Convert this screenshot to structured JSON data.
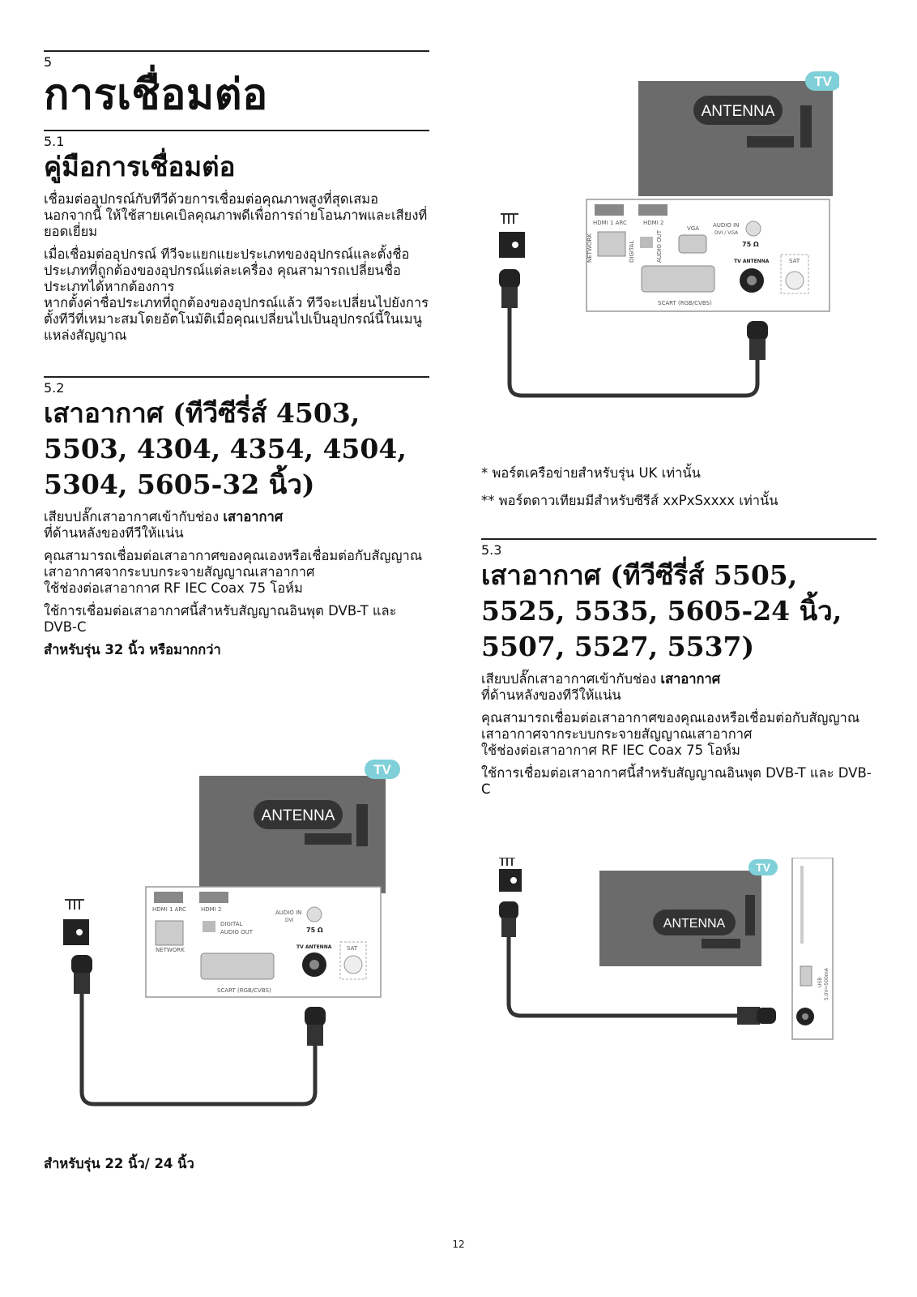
{
  "chapter": {
    "number": "5",
    "title": "การเชื่อมต่อ"
  },
  "s51": {
    "number": "5.1",
    "title": "คู่มือการเชื่อมต่อ",
    "p1": "เชื่อมต่ออุปกรณ์กับทีวีด้วยการเชื่อมต่อคุณภาพสูงที่สุดเสมอ นอกจากนี้ ให้ใช้สายเคเบิลคุณภาพดีเพื่อการถ่ายโอนภาพและเสียงที่ยอดเยี่ยม",
    "p2a": "เมื่อเชื่อมต่ออุปกรณ์ ทีวีจะแยกแยะประเภทของอุปกรณ์และตั้งชื่อประเภทที่ถูกต้องของอุปกรณ์แต่ละเครื่อง คุณสามารถเปลี่ยนชื่อประเภทได้หากต้องการ",
    "p2b": "หากตั้งค่าชื่อประเภทที่ถูกต้องของอุปกรณ์แล้ว ทีวีจะเปลี่ยนไปยังการตั้งทีวีที่เหมาะสมโดยอัตโนมัติเมื่อคุณเปลี่ยนไปเป็นอุปกรณ์นี้ในเมนูแหล่งสัญญาณ"
  },
  "s52": {
    "number": "5.2",
    "title": "เสาอากาศ (ทีวีซีรี่ส์ 4503, 5503, 4304, 4354, 4504, 5304, 5605-32 นิ้ว)",
    "p1_pre": "เสียบปลั๊กเสาอากาศเข้ากับช่อง ",
    "p1_bold": "เสาอากาศ",
    "p1_post": "ที่ด้านหลังของทีวีให้แน่น",
    "p2a": "คุณสามารถเชื่อมต่อเสาอากาศของคุณเองหรือเชื่อมต่อกับสัญญาณเสาอากาศจากระบบกระจายสัญญาณเสาอากาศ",
    "p2b": "ใช้ช่องต่อเสาอากาศ RF IEC Coax 75 โอห์ม",
    "p3": "ใช้การเชื่อมต่อเสาอากาศนี้สำหรับสัญญาณอินพุต DVB-T และ DVB-C",
    "sub1": "สำหรับรุ่น 32 นิ้ว หรือมากกว่า",
    "sub2": "สำหรับรุ่น 22 นิ้ว/ 24 นิ้ว"
  },
  "notes": {
    "n1": "* พอร์ตเครือข่ายสำหรับรุ่น UK เท่านั้น",
    "n2": "** พอร์ตดาวเทียมมีสำหรับซีรีส์ xxPxSxxxx เท่านั้น"
  },
  "s53": {
    "number": "5.3",
    "title": "เสาอากาศ (ทีวีซีรี่ส์ 5505, 5525, 5535, 5605-24 นิ้ว, 5507, 5527, 5537)",
    "p1_pre": "เสียบปลั๊กเสาอากาศเข้ากับช่อง ",
    "p1_bold": "เสาอากาศ",
    "p1_post": "ที่ด้านหลังของทีวีให้แน่น",
    "p2a": "คุณสามารถเชื่อมต่อเสาอากาศของคุณเองหรือเชื่อมต่อกับสัญญาณเสาอากาศจากระบบกระจายสัญญาณเสาอากาศ",
    "p2b": "ใช้ช่องต่อเสาอากาศ RF IEC Coax 75 โอห์ม",
    "p3": "ใช้การเชื่อมต่อเสาอากาศนี้สำหรับสัญญาณอินพุต DVB-T และ DVB-C"
  },
  "diagram": {
    "tv_badge": "TV",
    "antenna_label": "ANTENNA",
    "hdmi1": "HDMI 1 ARC",
    "hdmi2": "HDMI 2",
    "network": "NETWORK",
    "digital": "DIGITAL",
    "audio_out": "AUDIO OUT",
    "audio_in": "AUDIO IN",
    "dvi": "DVI",
    "dvi_vga": "DVI / VGA",
    "vga": "VGA",
    "ohm": "75 Ω",
    "tv_antenna": "TV ANTENNA",
    "sat": "SAT",
    "scart": "SCART (RGB/CVBS)",
    "usb": "USB",
    "usb_spec": "5.0V⎓500mA"
  },
  "page_number": "12"
}
